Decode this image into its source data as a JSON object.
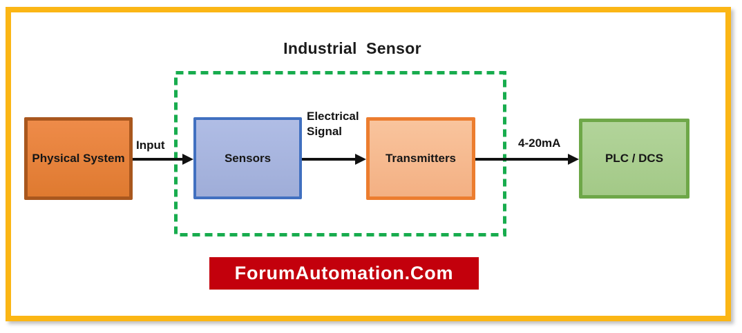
{
  "diagram": {
    "title": "Industrial  Sensor",
    "nodes": [
      {
        "id": "physical-system",
        "label": "Physical System",
        "fill": "#E07E38",
        "border": "#A9571E"
      },
      {
        "id": "sensors",
        "label": "Sensors",
        "fill": "#A6B3DC",
        "border": "#4170C0"
      },
      {
        "id": "transmitters",
        "label": "Transmitters",
        "fill": "#F6BA8E",
        "border": "#EC7D2F"
      },
      {
        "id": "plc-dcs",
        "label": "PLC / DCS",
        "fill": "#A8CD8D",
        "border": "#6EA748"
      }
    ],
    "arrows": [
      {
        "from": "physical-system",
        "to": "sensors",
        "label": "Input"
      },
      {
        "from": "sensors",
        "to": "transmitters",
        "label": "Electrical\nSignal"
      },
      {
        "from": "transmitters",
        "to": "plc-dcs",
        "label": "4-20mA"
      }
    ],
    "colors": {
      "frame": "#FBB615",
      "dashed_boundary": "#18AC4E",
      "arrow": "#111111",
      "banner_bg": "#C3000C",
      "banner_text": "#FFFFFF",
      "background": "#FFFFFF"
    },
    "banner": {
      "text": "ForumAutomation.Com"
    }
  }
}
